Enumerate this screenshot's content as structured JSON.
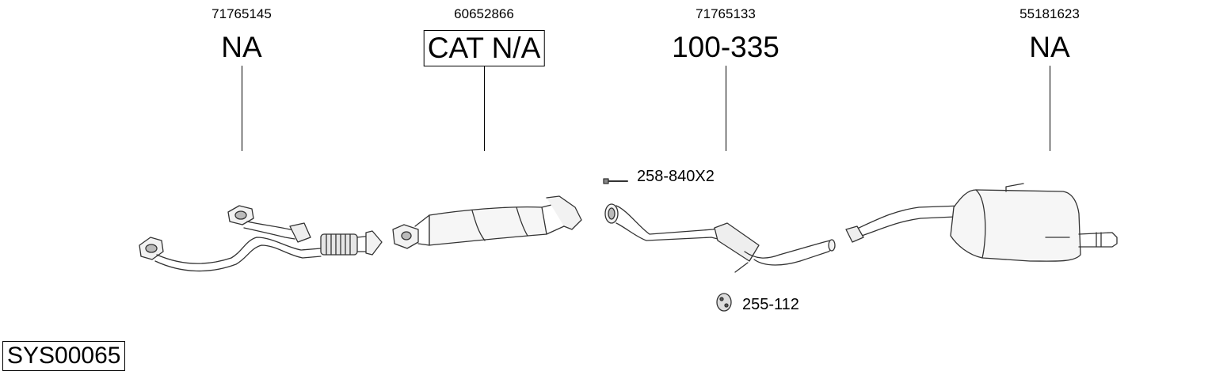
{
  "parts": [
    {
      "oem": "71765145",
      "code": "NA",
      "boxed": false
    },
    {
      "oem": "60652866",
      "code": "CAT N/A",
      "boxed": true
    },
    {
      "oem": "71765133",
      "code": "100-335",
      "boxed": false
    },
    {
      "oem": "55181623",
      "code": "NA",
      "boxed": false
    }
  ],
  "accessories": [
    {
      "code": "258-840X2",
      "icon": "bolt-icon"
    },
    {
      "code": "255-112",
      "icon": "rubber-mount-icon"
    }
  ],
  "system_id": "SYS00065"
}
